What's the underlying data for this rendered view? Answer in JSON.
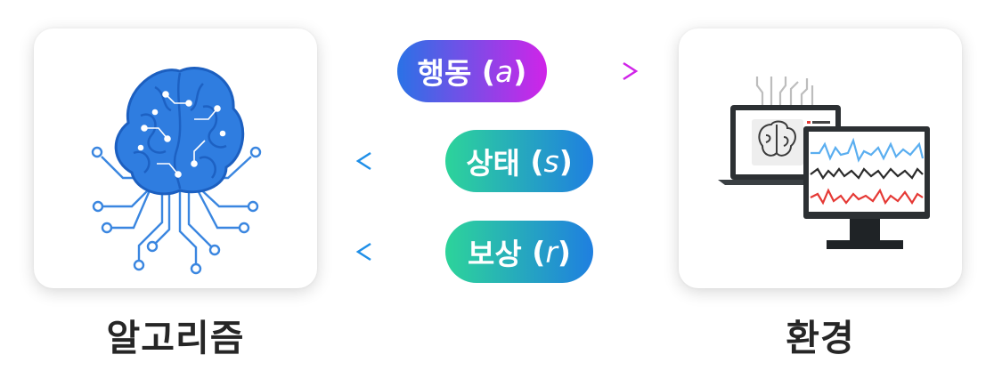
{
  "algorithm": {
    "label": "알고리즘",
    "icon": "brain-circuit-icon"
  },
  "environment": {
    "label": "환경",
    "icon": "monitor-brain-signal-icon"
  },
  "arrows": [
    {
      "text": "행동",
      "var": "a",
      "direction": "algorithm-to-environment"
    },
    {
      "text": "상태",
      "var": "s",
      "direction": "environment-to-algorithm"
    },
    {
      "text": "보상",
      "var": "r",
      "direction": "environment-to-algorithm"
    }
  ],
  "colors": {
    "action_start": "#2a72e6",
    "action_end": "#d024e8",
    "feedback_start": "#2dd49a",
    "feedback_end": "#1f7fe0",
    "label_text": "#262626",
    "brain": "#2f7de0"
  }
}
